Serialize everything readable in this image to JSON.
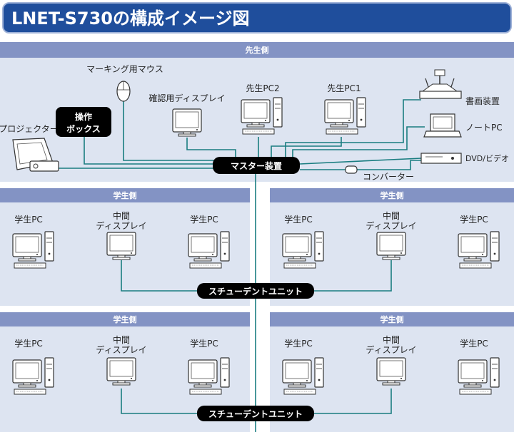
{
  "title": "LNET-S730の構成イメージ図",
  "colors": {
    "header": "#1f4e9c",
    "panel": "#dde4f1",
    "panelHeader": "#8393c4",
    "line": "#1a7d80",
    "pill": "#000000"
  },
  "teacher": {
    "header": "先生側",
    "mouse": "マーキング用マウス",
    "confirm_display": "確認用ディスプレイ",
    "pc2": "先生PC2",
    "pc1": "先生PC1",
    "projector": "プロジェクター",
    "control_box_1": "操作",
    "control_box_2": "ボックス",
    "master": "マスター装置",
    "document_camera": "書画装置",
    "notebook": "ノートPC",
    "dvd": "DVD/ビデオ",
    "converter": "コンバーター"
  },
  "groups": [
    {
      "header": "学生側",
      "student_pc_left": "学生PC",
      "middle_1": "中間",
      "middle_2": "ディスプレイ",
      "student_pc_right": "学生PC",
      "unit": "スチューデントユニット"
    },
    {
      "header": "学生側",
      "student_pc_left": "学生PC",
      "middle_1": "中間",
      "middle_2": "ディスプレイ",
      "student_pc_right": "学生PC",
      "unit": "スチューデントユニット"
    },
    {
      "header": "学生側",
      "student_pc_left": "学生PC",
      "middle_1": "中間",
      "middle_2": "ディスプレイ",
      "student_pc_right": "学生PC",
      "unit": "スチューデントユニット"
    },
    {
      "header": "学生側",
      "student_pc_left": "学生PC",
      "middle_1": "中間",
      "middle_2": "ディスプレイ",
      "student_pc_right": "学生PC",
      "unit": "スチューデントユニット"
    }
  ]
}
